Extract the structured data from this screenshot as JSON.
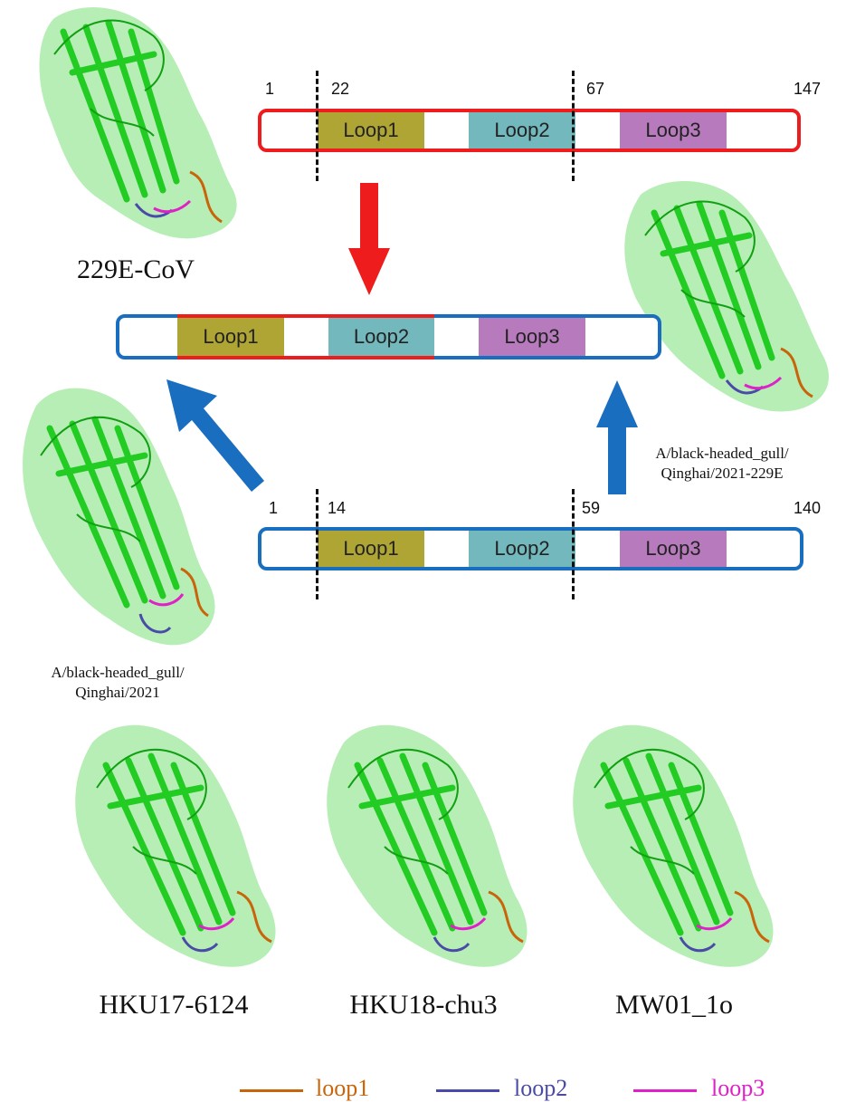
{
  "structures": {
    "s229e": "229E-CoV",
    "gull": {
      "line1": "A/black-headed_gull/",
      "line2": "Qinghai/2021"
    },
    "gull229e": {
      "line1": "A/black-headed_gull/",
      "line2": "Qinghai/2021-229E"
    },
    "hku17": "HKU17-6124",
    "hku18": "HKU18-chu3",
    "mw01": "MW01_1o"
  },
  "top_bar": {
    "pos": [
      "1",
      "22",
      "67",
      "147"
    ],
    "loops": [
      "Loop1",
      "Loop2",
      "Loop3"
    ]
  },
  "middle_bar": {
    "loops": [
      "Loop1",
      "Loop2",
      "Loop3"
    ]
  },
  "bottom_bar": {
    "pos": [
      "1",
      "14",
      "59",
      "140"
    ],
    "loops": [
      "Loop1",
      "Loop2",
      "Loop3"
    ]
  },
  "legend": [
    {
      "label": "loop1",
      "color": "#c8650a"
    },
    {
      "label": "loop2",
      "color": "#4a4aa8"
    },
    {
      "label": "loop3",
      "color": "#e020c8"
    }
  ],
  "colors": {
    "red": "#ee1c1c",
    "blue": "#1a6ec0",
    "loop1_fill": "#afa535",
    "loop2_fill": "#72b8bd",
    "loop3_fill": "#b77bbd",
    "protein": "#22cc22",
    "surface": "#9de89d"
  }
}
